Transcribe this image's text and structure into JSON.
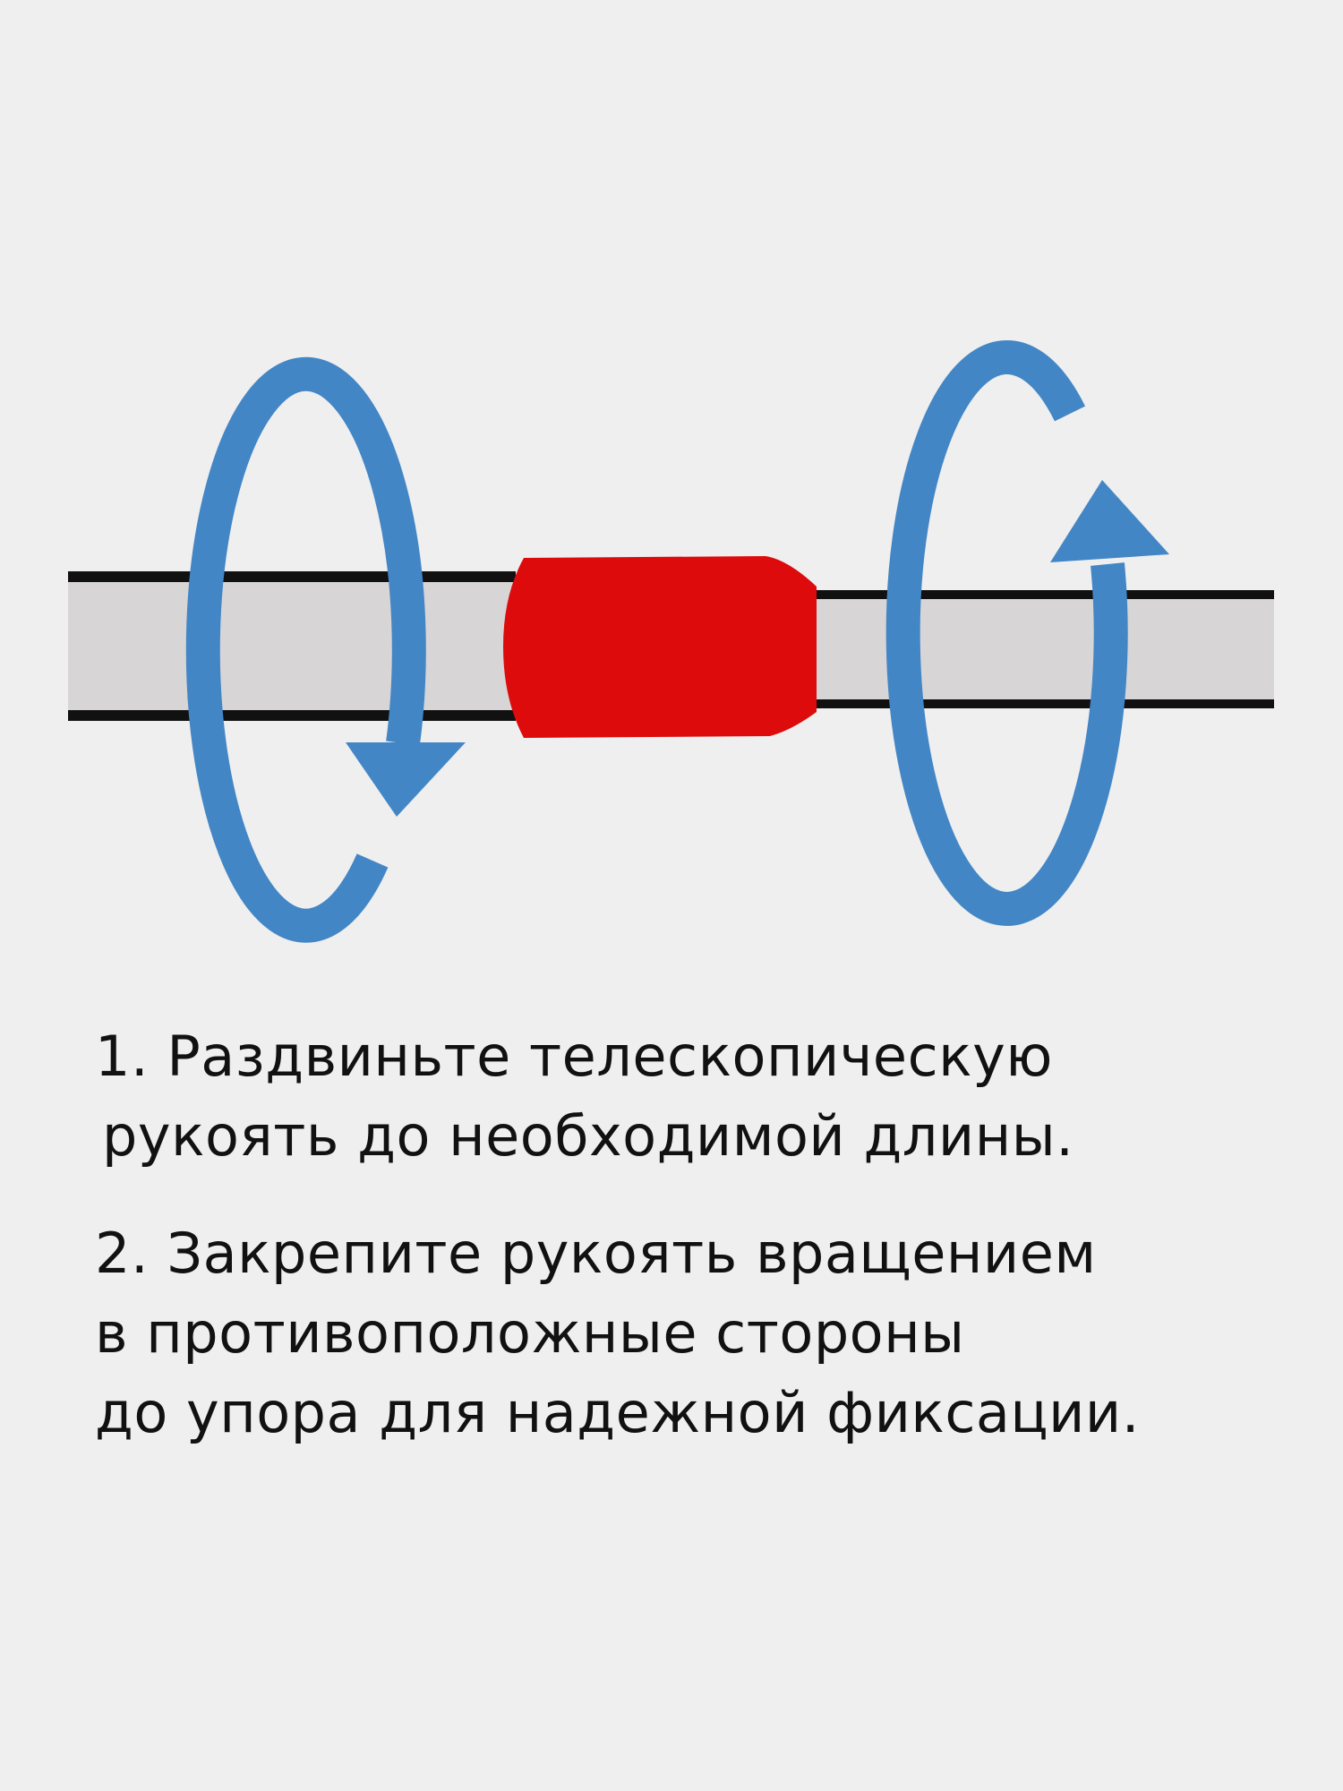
{
  "colors": {
    "background": "#efefef",
    "arrow": "#4386c6",
    "connector": "#dd0b0b",
    "tube": "#d8d5d6",
    "tube_outline": "#111111"
  },
  "diagram": {
    "left_arrow_icon": "rotate-clockwise-arrow",
    "right_arrow_icon": "rotate-counterclockwise-arrow"
  },
  "instructions": {
    "step1": [
      "1. Раздвиньте телескопическую",
      "рукоять до необходимой длины."
    ],
    "step2": [
      "2. Закрепите рукоять вращением",
      "в противоположные стороны",
      "до упора для надежной фиксации."
    ]
  }
}
